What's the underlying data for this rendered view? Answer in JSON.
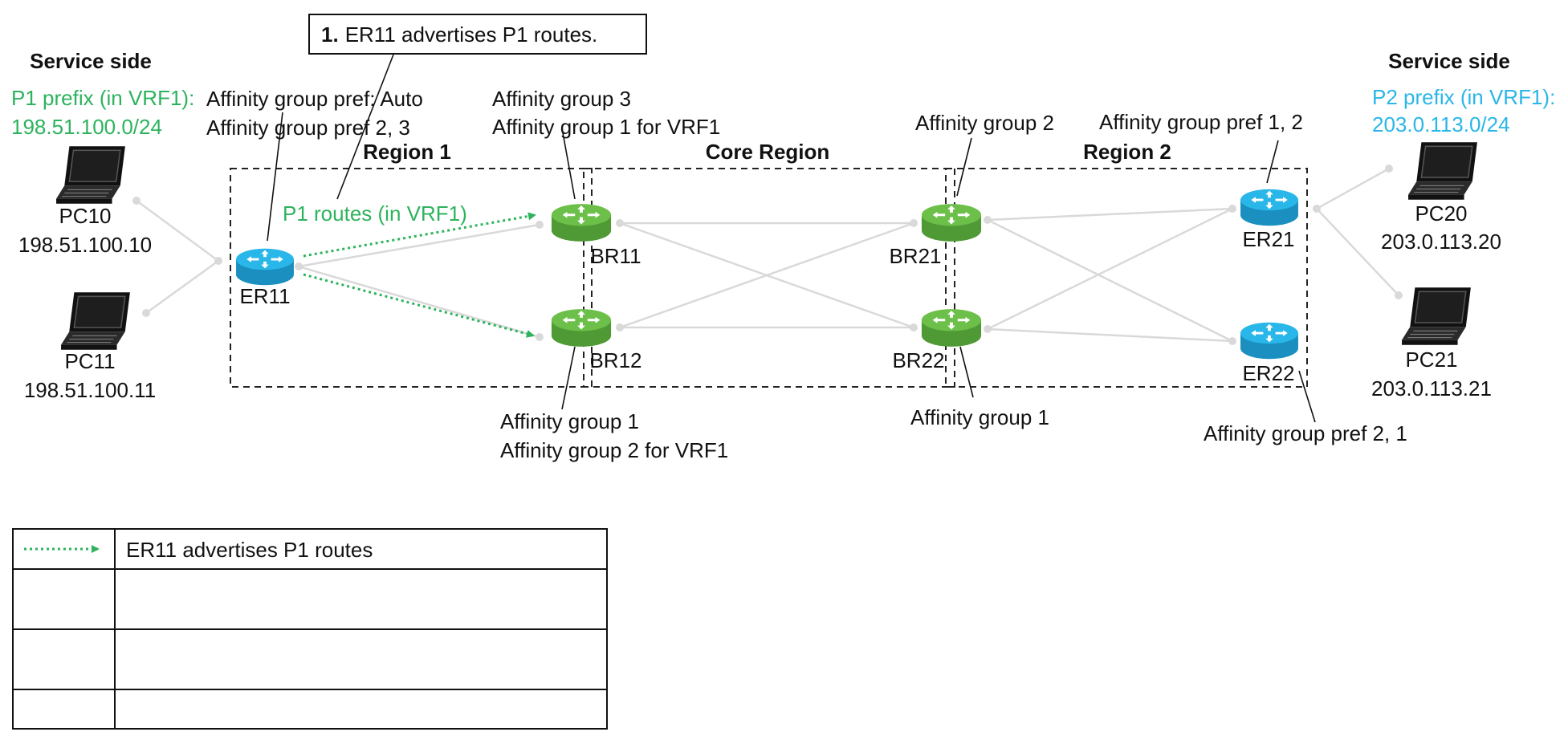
{
  "colors": {
    "green": "#2db35d",
    "router_green": "#6cc04a",
    "router_blue": "#29b6e8",
    "link_gray": "#d9d9d9"
  },
  "service_left": {
    "title": "Service side",
    "prefix_label": "P1 prefix (in VRF1):",
    "prefix_value": "198.51.100.0/24"
  },
  "service_right": {
    "title": "Service side",
    "prefix_label": "P2 prefix (in VRF1):",
    "prefix_value": "203.0.113.0/24"
  },
  "step_box": {
    "number": "1.",
    "text": "ER11 advertises P1 routes."
  },
  "regions": {
    "region1": "Region 1",
    "core": "Core Region",
    "region2": "Region 2"
  },
  "pcs": {
    "pc10": {
      "name": "PC10",
      "ip": "198.51.100.10",
      "icon": "laptop-icon"
    },
    "pc11": {
      "name": "PC11",
      "ip": "198.51.100.11",
      "icon": "laptop-icon"
    },
    "pc20": {
      "name": "PC20",
      "ip": "203.0.113.20",
      "icon": "laptop-icon"
    },
    "pc21": {
      "name": "PC21",
      "ip": "203.0.113.21",
      "icon": "laptop-icon"
    }
  },
  "routers": {
    "er11": "ER11",
    "br11": "BR11",
    "br12": "BR12",
    "br21": "BR21",
    "br22": "BR22",
    "er21": "ER21",
    "er22": "ER22"
  },
  "annotations": {
    "er11_line1": "Affinity group pref: Auto",
    "er11_line2": "Affinity group pref 2, 3",
    "br11_line1": "Affinity group  3",
    "br11_line2": "Affinity group 1 for VRF1",
    "br12_line1": "Affinity group 1",
    "br12_line2": "Affinity group 2 for VRF1",
    "br21": "Affinity group 2",
    "br22": "Affinity group 1",
    "er21": "Affinity group pref 1, 2",
    "er22": "Affinity group pref 2, 1"
  },
  "flow_label": "P1 routes (in VRF1)",
  "legend": {
    "rows": [
      {
        "text": "ER11 advertises P1 routes"
      },
      {
        "text": ""
      },
      {
        "text": ""
      },
      {
        "text": ""
      }
    ]
  }
}
